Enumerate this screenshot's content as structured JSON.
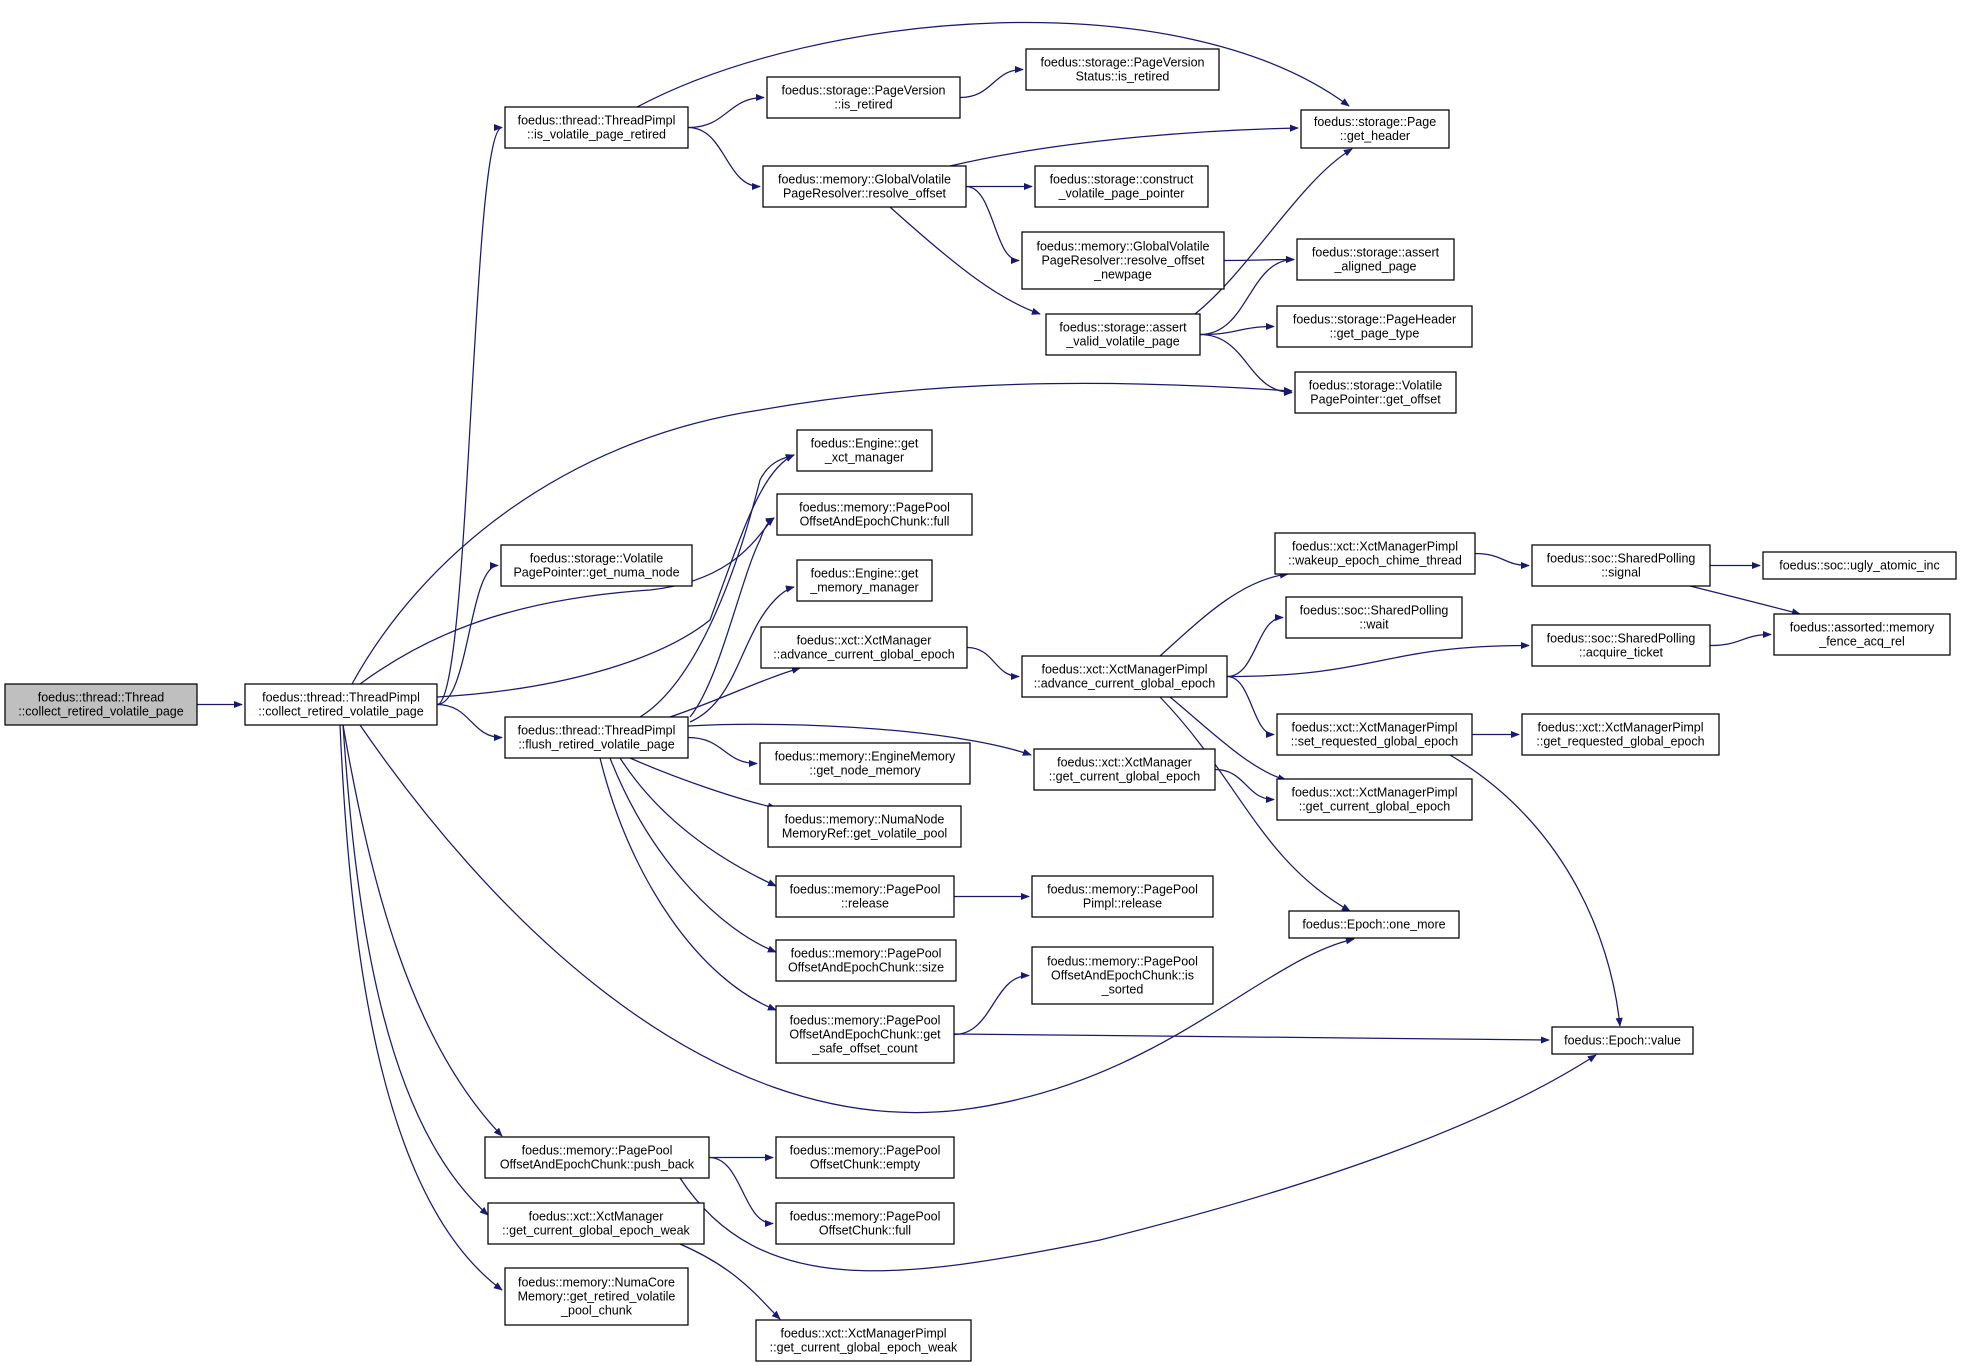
{
  "graph": {
    "colors": {
      "edge": "#191970",
      "root_fill": "#bfbfbf",
      "node_fill": "#ffffff",
      "border": "#000000"
    },
    "nodes": [
      {
        "id": "n0",
        "root": true,
        "lines": [
          "foedus::thread::Thread",
          "::collect_retired_volatile_page"
        ]
      },
      {
        "id": "n1",
        "lines": [
          "foedus::thread::ThreadPimpl",
          "::collect_retired_volatile_page"
        ]
      },
      {
        "id": "n2",
        "lines": [
          "foedus::thread::ThreadPimpl",
          "::is_volatile_page_retired"
        ]
      },
      {
        "id": "n3",
        "lines": [
          "foedus::storage::PageVersion",
          "::is_retired"
        ]
      },
      {
        "id": "n4",
        "lines": [
          "foedus::storage::PageVersion",
          "Status::is_retired"
        ]
      },
      {
        "id": "n5",
        "lines": [
          "foedus::storage::Page",
          "::get_header"
        ]
      },
      {
        "id": "n6",
        "lines": [
          "foedus::memory::GlobalVolatile",
          "PageResolver::resolve_offset"
        ]
      },
      {
        "id": "n7",
        "lines": [
          "foedus::storage::construct",
          "_volatile_page_pointer"
        ]
      },
      {
        "id": "n8",
        "lines": [
          "foedus::memory::GlobalVolatile",
          "PageResolver::resolve_offset",
          "_newpage"
        ]
      },
      {
        "id": "n9",
        "lines": [
          "foedus::storage::assert",
          "_aligned_page"
        ]
      },
      {
        "id": "n10",
        "lines": [
          "foedus::storage::assert",
          "_valid_volatile_page"
        ]
      },
      {
        "id": "n11",
        "lines": [
          "foedus::storage::PageHeader",
          "::get_page_type"
        ]
      },
      {
        "id": "n12",
        "lines": [
          "foedus::storage::Volatile",
          "PagePointer::get_offset"
        ]
      },
      {
        "id": "n13",
        "lines": [
          "foedus::Engine::get",
          "_xct_manager"
        ]
      },
      {
        "id": "n14",
        "lines": [
          "foedus::memory::PagePool",
          "OffsetAndEpochChunk::full"
        ]
      },
      {
        "id": "n15",
        "lines": [
          "foedus::storage::Volatile",
          "PagePointer::get_numa_node"
        ]
      },
      {
        "id": "n16",
        "lines": [
          "foedus::Engine::get",
          "_memory_manager"
        ]
      },
      {
        "id": "n17",
        "lines": [
          "foedus::xct::XctManager",
          "::advance_current_global_epoch"
        ]
      },
      {
        "id": "n18",
        "lines": [
          "foedus::xct::XctManagerPimpl",
          "::advance_current_global_epoch"
        ]
      },
      {
        "id": "n19",
        "lines": [
          "foedus::xct::XctManagerPimpl",
          "::wakeup_epoch_chime_thread"
        ]
      },
      {
        "id": "n20",
        "lines": [
          "foedus::soc::SharedPolling",
          "::signal"
        ]
      },
      {
        "id": "n21",
        "lines": [
          "foedus::soc::ugly_atomic_inc"
        ]
      },
      {
        "id": "n22",
        "lines": [
          "foedus::soc::SharedPolling",
          "::wait"
        ]
      },
      {
        "id": "n23",
        "lines": [
          "foedus::soc::SharedPolling",
          "::acquire_ticket"
        ]
      },
      {
        "id": "n24",
        "lines": [
          "foedus::assorted::memory",
          "_fence_acq_rel"
        ]
      },
      {
        "id": "n25",
        "lines": [
          "foedus::thread::ThreadPimpl",
          "::flush_retired_volatile_page"
        ]
      },
      {
        "id": "n26",
        "lines": [
          "foedus::memory::EngineMemory",
          "::get_node_memory"
        ]
      },
      {
        "id": "n27",
        "lines": [
          "foedus::xct::XctManager",
          "::get_current_global_epoch"
        ]
      },
      {
        "id": "n28",
        "lines": [
          "foedus::xct::XctManagerPimpl",
          "::set_requested_global_epoch"
        ]
      },
      {
        "id": "n29",
        "lines": [
          "foedus::xct::XctManagerPimpl",
          "::get_requested_global_epoch"
        ]
      },
      {
        "id": "n30",
        "lines": [
          "foedus::xct::XctManagerPimpl",
          "::get_current_global_epoch"
        ]
      },
      {
        "id": "n31",
        "lines": [
          "foedus::memory::NumaNode",
          "MemoryRef::get_volatile_pool"
        ]
      },
      {
        "id": "n32",
        "lines": [
          "foedus::memory::PagePool",
          "::release"
        ]
      },
      {
        "id": "n33",
        "lines": [
          "foedus::memory::PagePool",
          "Pimpl::release"
        ]
      },
      {
        "id": "n34",
        "lines": [
          "foedus::Epoch::one_more"
        ]
      },
      {
        "id": "n35",
        "lines": [
          "foedus::memory::PagePool",
          "OffsetAndEpochChunk::size"
        ]
      },
      {
        "id": "n36",
        "lines": [
          "foedus::memory::PagePool",
          "OffsetAndEpochChunk::is",
          "_sorted"
        ]
      },
      {
        "id": "n37",
        "lines": [
          "foedus::memory::PagePool",
          "OffsetAndEpochChunk::get",
          "_safe_offset_count"
        ]
      },
      {
        "id": "n38",
        "lines": [
          "foedus::Epoch::value"
        ]
      },
      {
        "id": "n39",
        "lines": [
          "foedus::memory::PagePool",
          "OffsetAndEpochChunk::push_back"
        ]
      },
      {
        "id": "n40",
        "lines": [
          "foedus::memory::PagePool",
          "OffsetChunk::empty"
        ]
      },
      {
        "id": "n41",
        "lines": [
          "foedus::xct::XctManager",
          "::get_current_global_epoch_weak"
        ]
      },
      {
        "id": "n42",
        "lines": [
          "foedus::memory::PagePool",
          "OffsetChunk::full"
        ]
      },
      {
        "id": "n43",
        "lines": [
          "foedus::memory::NumaCore",
          "Memory::get_retired_volatile",
          "_pool_chunk"
        ]
      },
      {
        "id": "n44",
        "lines": [
          "foedus::xct::XctManagerPimpl",
          "::get_current_global_epoch_weak"
        ]
      }
    ],
    "edges": [
      [
        "n0",
        "n1"
      ],
      [
        "n1",
        "n2"
      ],
      [
        "n2",
        "n3"
      ],
      [
        "n3",
        "n4"
      ],
      [
        "n2",
        "n5"
      ],
      [
        "n2",
        "n6"
      ],
      [
        "n6",
        "n5"
      ],
      [
        "n6",
        "n7"
      ],
      [
        "n6",
        "n8"
      ],
      [
        "n8",
        "n9"
      ],
      [
        "n6",
        "n10"
      ],
      [
        "n10",
        "n5"
      ],
      [
        "n10",
        "n9"
      ],
      [
        "n10",
        "n11"
      ],
      [
        "n10",
        "n12"
      ],
      [
        "n1",
        "n12"
      ],
      [
        "n1",
        "n13"
      ],
      [
        "n1",
        "n14"
      ],
      [
        "n1",
        "n15"
      ],
      [
        "n1",
        "n25"
      ],
      [
        "n25",
        "n13"
      ],
      [
        "n25",
        "n14"
      ],
      [
        "n25",
        "n16"
      ],
      [
        "n25",
        "n17"
      ],
      [
        "n17",
        "n18"
      ],
      [
        "n18",
        "n19"
      ],
      [
        "n19",
        "n20"
      ],
      [
        "n20",
        "n21"
      ],
      [
        "n20",
        "n24"
      ],
      [
        "n18",
        "n22"
      ],
      [
        "n18",
        "n23"
      ],
      [
        "n23",
        "n24"
      ],
      [
        "n18",
        "n28"
      ],
      [
        "n28",
        "n29"
      ],
      [
        "n28",
        "n38"
      ],
      [
        "n18",
        "n30"
      ],
      [
        "n18",
        "n34"
      ],
      [
        "n25",
        "n26"
      ],
      [
        "n25",
        "n27"
      ],
      [
        "n27",
        "n30"
      ],
      [
        "n25",
        "n31"
      ],
      [
        "n25",
        "n32"
      ],
      [
        "n32",
        "n33"
      ],
      [
        "n25",
        "n35"
      ],
      [
        "n25",
        "n37"
      ],
      [
        "n37",
        "n36"
      ],
      [
        "n37",
        "n38"
      ],
      [
        "n1",
        "n34"
      ],
      [
        "n1",
        "n39"
      ],
      [
        "n39",
        "n40"
      ],
      [
        "n39",
        "n42"
      ],
      [
        "n39",
        "n38"
      ],
      [
        "n1",
        "n41"
      ],
      [
        "n41",
        "n44"
      ],
      [
        "n1",
        "n43"
      ]
    ]
  }
}
